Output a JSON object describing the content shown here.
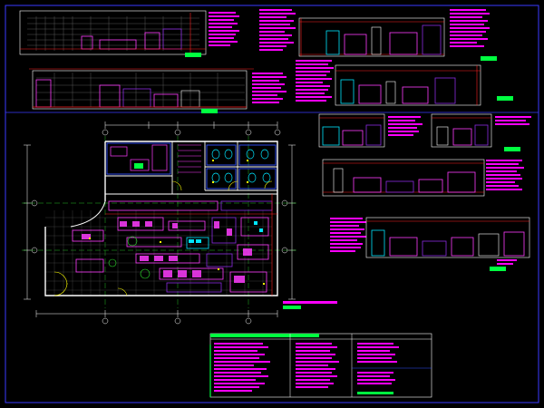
{
  "drawing": {
    "colors": {
      "background": "#000000",
      "border": "#3a3aff",
      "wall": "#ffffff",
      "dimension": "#ffffff",
      "grid": "#7a7a7a",
      "equipment": "#ff3cff",
      "equipment_alt": "#8a2be2",
      "cyan": "#00e5ff",
      "red": "#ff2020",
      "green": "#00ff40",
      "yellow": "#ffff00",
      "blue": "#3050ff",
      "annotation": "#ff00ff"
    },
    "views": [
      "elevation-top-left",
      "elevation-top-right",
      "elevation-second-row",
      "elevation-mid-right",
      "elevation-mid-right-small",
      "elevation-right-lower",
      "elevation-right-bottom",
      "floor-plan",
      "schedule-table"
    ]
  }
}
